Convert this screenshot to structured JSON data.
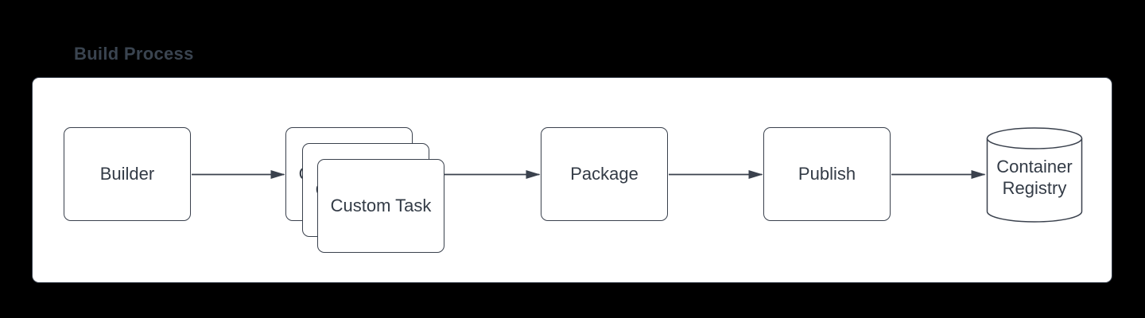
{
  "title": "Build Process",
  "colors": {
    "background": "#000000",
    "node_fill": "#ffffff",
    "stroke": "#3a414d",
    "text": "#333b46",
    "title_text": "#3a4450"
  },
  "diagram": {
    "type": "flowchart",
    "group_label": "Build Process",
    "nodes": [
      {
        "id": "builder",
        "label": "Builder",
        "shape": "rounded-rectangle"
      },
      {
        "id": "custom-task",
        "label": "Custom Task",
        "shape": "stacked-rectangles",
        "stack_count": 3
      },
      {
        "id": "package",
        "label": "Package",
        "shape": "rounded-rectangle"
      },
      {
        "id": "publish",
        "label": "Publish",
        "shape": "rounded-rectangle"
      },
      {
        "id": "container-registry",
        "label": "Container Registry",
        "shape": "cylinder"
      }
    ],
    "edges": [
      {
        "from": "builder",
        "to": "custom-task",
        "style": "solid-arrow"
      },
      {
        "from": "custom-task",
        "to": "package",
        "style": "solid-arrow"
      },
      {
        "from": "package",
        "to": "publish",
        "style": "solid-arrow"
      },
      {
        "from": "publish",
        "to": "container-registry",
        "style": "solid-arrow"
      }
    ]
  }
}
